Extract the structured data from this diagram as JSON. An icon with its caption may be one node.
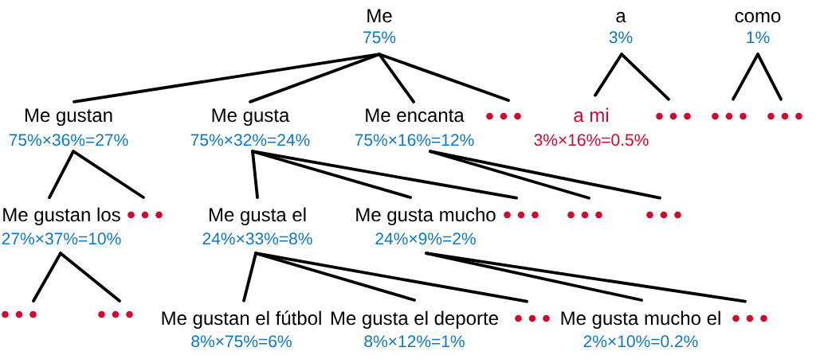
{
  "diagram": {
    "nodes": [
      {
        "text": [
          "Me",
          "75%"
        ]
      },
      {
        "text": [
          "a",
          "3%"
        ]
      },
      {
        "text": [
          "como",
          "1%"
        ]
      },
      {
        "text": [
          "Me gustan",
          "75%×36%=27%"
        ]
      },
      {
        "text": [
          "Me gusta",
          "75%×32%=24%"
        ]
      },
      {
        "text": [
          "Me encanta",
          "75%×16%=12%"
        ]
      },
      {
        "text": [],
        "shape": "dots"
      },
      {
        "text": [
          "a mi",
          "3%×16%=0.5%"
        ]
      },
      {
        "text": [],
        "shape": "dots"
      },
      {
        "text": [],
        "shape": "dots"
      },
      {
        "text": [],
        "shape": "dots"
      },
      {
        "text": [
          "Me gustan los",
          "27%×37%=10%"
        ]
      },
      {
        "text": [],
        "shape": "dots"
      },
      {
        "text": [
          "Me gusta el",
          "24%×33%=8%"
        ]
      },
      {
        "text": [
          "Me gusta mucho",
          "24%×9%=2%"
        ]
      },
      {
        "text": [],
        "shape": "dots"
      },
      {
        "text": [],
        "shape": "dots"
      },
      {
        "text": [],
        "shape": "dots"
      },
      {
        "text": [],
        "shape": "dots"
      },
      {
        "text": [],
        "shape": "dots"
      },
      {
        "text": [
          "Me gustan el fútbol",
          "8%×75%=6%"
        ]
      },
      {
        "text": [
          "Me gusta el deporte",
          "8%×12%=1%"
        ]
      },
      {
        "text": [],
        "shape": "dots"
      },
      {
        "text": [
          "Me gusta mucho el",
          "2%×10%=0.2%"
        ]
      },
      {
        "text": [],
        "shape": "dots"
      }
    ],
    "edges": [
      {
        "from": 0,
        "to": 3,
        "arrow": "none"
      },
      {
        "from": 0,
        "to": 4,
        "arrow": "none"
      },
      {
        "from": 0,
        "to": 5,
        "arrow": "none"
      },
      {
        "from": 0,
        "to": 6,
        "arrow": "none"
      },
      {
        "from": 1,
        "to": 7,
        "arrow": "none"
      },
      {
        "from": 1,
        "to": 8,
        "arrow": "none"
      },
      {
        "from": 2,
        "to": 9,
        "arrow": "none"
      },
      {
        "from": 2,
        "to": 10,
        "arrow": "none"
      },
      {
        "from": 3,
        "to": 11,
        "arrow": "none"
      },
      {
        "from": 3,
        "to": 12,
        "arrow": "none"
      },
      {
        "from": 4,
        "to": 13,
        "arrow": "none"
      },
      {
        "from": 4,
        "to": 14,
        "arrow": "none"
      },
      {
        "from": 4,
        "to": 15,
        "arrow": "none"
      },
      {
        "from": 5,
        "to": 16,
        "arrow": "none"
      },
      {
        "from": 5,
        "to": 17,
        "arrow": "none"
      },
      {
        "from": 11,
        "to": 18,
        "arrow": "none"
      },
      {
        "from": 11,
        "to": 19,
        "arrow": "none"
      },
      {
        "from": 13,
        "to": 20,
        "arrow": "none"
      },
      {
        "from": 13,
        "to": 21,
        "arrow": "none"
      },
      {
        "from": 13,
        "to": 22,
        "arrow": "none"
      },
      {
        "from": 14,
        "to": 23,
        "arrow": "none"
      },
      {
        "from": 14,
        "to": 24,
        "arrow": "none"
      }
    ]
  }
}
